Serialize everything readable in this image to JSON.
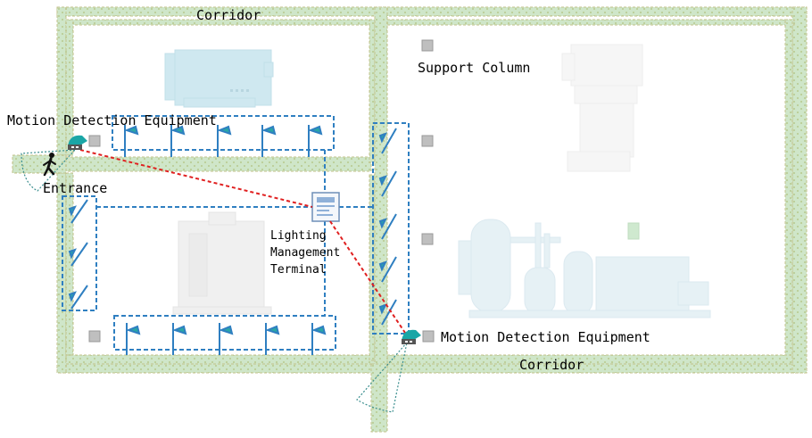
{
  "labels": {
    "corridor_top": "Corridor",
    "corridor_bottom": "Corridor",
    "support_column": "Support Column",
    "motion_left": "Motion Detection Equipment",
    "motion_right": "Motion Detection Equipment",
    "entrance": "Entrance",
    "terminal_lines": [
      "Lighting",
      "Management",
      "Terminal"
    ]
  },
  "colors": {
    "wall_fill": "#cde8cd",
    "wall_dash": "#b9b97a",
    "circuit": "#2f7fc1",
    "link": "#e02020",
    "sensor": "#1aa6a6",
    "equipment": "#a9d6e5",
    "column": "#bfbfbf"
  },
  "icons": {
    "lamp": "wall-lamp-icon",
    "sensor": "motion-sensor-icon",
    "person": "walking-person-icon",
    "terminal": "lighting-terminal-icon",
    "column": "support-column-icon"
  }
}
